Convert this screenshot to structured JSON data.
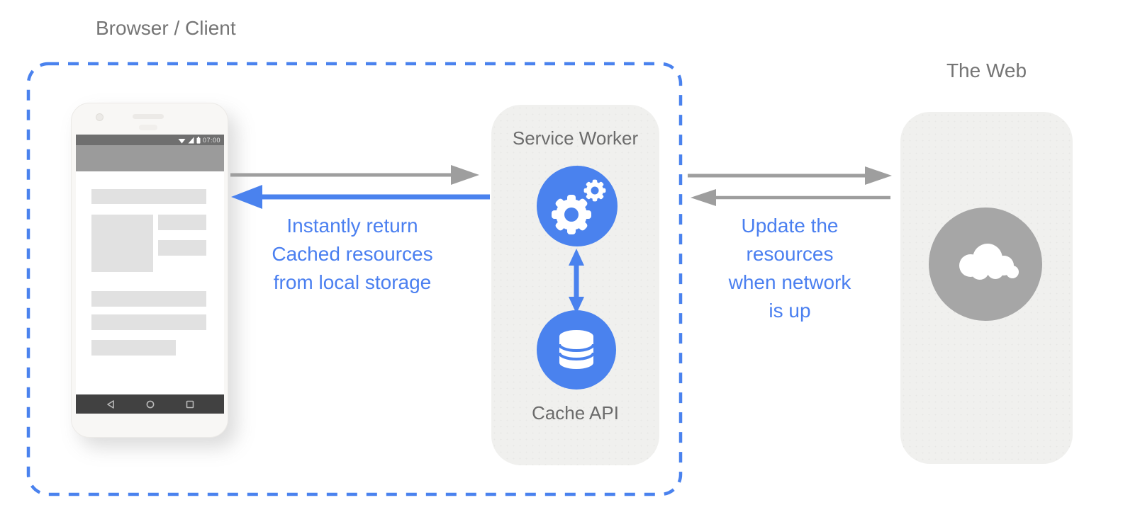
{
  "title": "Service worker offline caching diagram",
  "colors": {
    "blue": "#4a82ee",
    "blue-text": "#4a7ff0",
    "arrow-gray": "#9e9e9e",
    "label-gray": "#757575",
    "box-bg": "#f0f0ee",
    "cloud-gray": "#a6a6a6",
    "placeholder": "#e1e1e1"
  },
  "labels": {
    "browser_client": "Browser / Client",
    "the_web": "The Web",
    "service_worker": "Service Worker",
    "cache_api": "Cache API"
  },
  "captions": {
    "left": {
      "lines": [
        "Instantly return",
        "Cached resources",
        "from local storage"
      ]
    },
    "right": {
      "lines": [
        "Update the",
        "resources",
        "when network",
        "is up"
      ]
    }
  },
  "phone": {
    "status_time": "07:00"
  },
  "icons": {
    "service_worker": "gears-icon",
    "cache_api": "database-icon",
    "the_web": "cloud-icon",
    "phone_status": [
      "wifi-icon",
      "signal-icon",
      "battery-icon"
    ],
    "phone_nav": [
      "back-icon",
      "home-icon",
      "recents-icon"
    ]
  },
  "arrows": {
    "phone_to_sw": "request (gray, right)",
    "sw_to_phone": "instant cached response (blue, left)",
    "sw_to_web": "fetch (gray, right)",
    "web_to_sw": "response (gray, left)",
    "sw_to_cache": "bidirectional (blue, vertical)"
  }
}
